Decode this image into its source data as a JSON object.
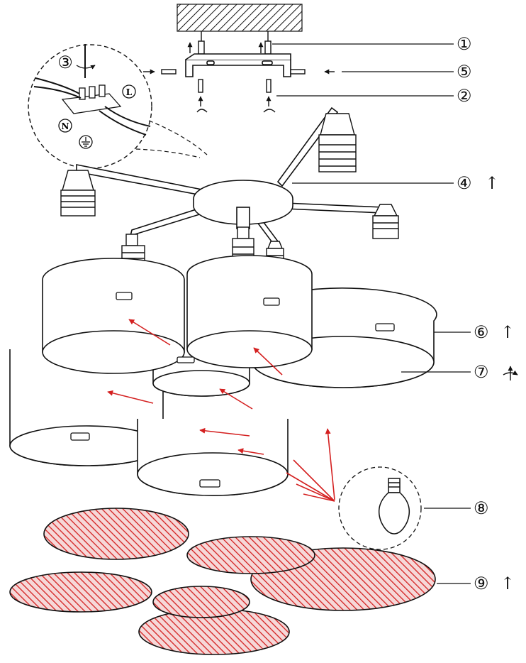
{
  "diagram": {
    "callouts": [
      {
        "id": "c1",
        "number": "①",
        "action": ""
      },
      {
        "id": "c2",
        "number": "②",
        "action": ""
      },
      {
        "id": "c3",
        "number": "③",
        "action": ""
      },
      {
        "id": "c4",
        "number": "④",
        "action": "↑"
      },
      {
        "id": "c5",
        "number": "⑤",
        "action": ""
      },
      {
        "id": "c6",
        "number": "⑥",
        "action": "↑"
      },
      {
        "id": "c7",
        "number": "⑦",
        "action": ""
      },
      {
        "id": "c8",
        "number": "⑧",
        "action": ""
      },
      {
        "id": "c9",
        "number": "⑨",
        "action": "↑"
      }
    ],
    "wiring_labels": {
      "live": "L",
      "neutral": "N"
    },
    "colors": {
      "line": "#111111",
      "accent_red": "#d42020",
      "hatch_red": "#d42020",
      "background": "#ffffff"
    }
  }
}
